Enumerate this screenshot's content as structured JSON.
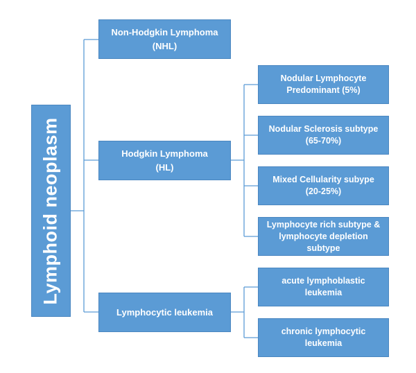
{
  "diagram": {
    "root": {
      "label": "Lymphoid neoplasm"
    },
    "level1": [
      {
        "id": "nhl",
        "label": "Non-Hodgkin Lymphoma\n(NHL)"
      },
      {
        "id": "hl",
        "label": "Hodgkin Lymphoma\n(HL)"
      },
      {
        "id": "leuk",
        "label": "Lymphocytic leukemia"
      }
    ],
    "hl_children": [
      {
        "label": "Nodular Lymphocyte\nPredominant  (5%)"
      },
      {
        "label": "Nodular Sclerosis subtype\n(65-70%)"
      },
      {
        "label": "Mixed Cellularity subype\n(20-25%)"
      },
      {
        "label": "Lymphocyte rich subtype &\nlymphocyte depletion\nsubtype"
      }
    ],
    "leukemia_children": [
      {
        "label": "acute lymphoblastic\nleukemia"
      },
      {
        "label": "chronic lymphocytic\nleukemia"
      }
    ],
    "colors": {
      "box_fill": "#5b9bd5",
      "text": "#ffffff",
      "connector": "#5b9bd5"
    }
  }
}
